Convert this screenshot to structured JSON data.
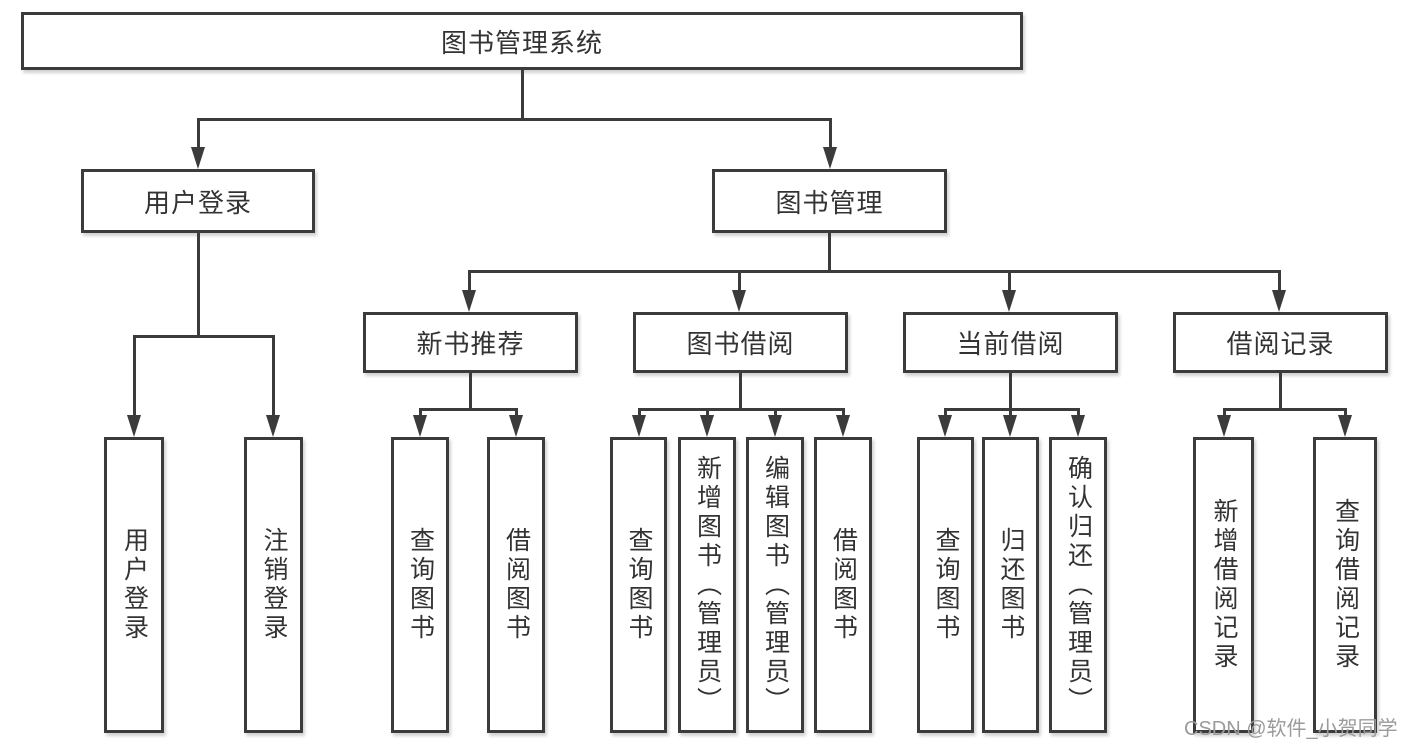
{
  "tree": {
    "root": {
      "label": "图书管理系统"
    },
    "branches": [
      {
        "label": "用户登录",
        "children": [
          {
            "label": "用户登录"
          },
          {
            "label": "注销登录"
          }
        ]
      },
      {
        "label": "图书管理",
        "children": [
          {
            "label": "新书推荐",
            "children": [
              {
                "label": "查询图书"
              },
              {
                "label": "借阅图书"
              }
            ]
          },
          {
            "label": "图书借阅",
            "children": [
              {
                "label": "查询图书"
              },
              {
                "label": "新增图书（管理员）"
              },
              {
                "label": "编辑图书（管理员）"
              },
              {
                "label": "借阅图书"
              }
            ]
          },
          {
            "label": "当前借阅",
            "children": [
              {
                "label": "查询图书"
              },
              {
                "label": "归还图书"
              },
              {
                "label": "确认归还（管理员）"
              }
            ]
          },
          {
            "label": "借阅记录",
            "children": [
              {
                "label": "新增借阅记录"
              },
              {
                "label": "查询借阅记录"
              }
            ]
          }
        ]
      }
    ]
  },
  "watermark": {
    "text": "CSDN @软件_小贺同学"
  },
  "colors": {
    "line": "#3b3b3b",
    "text": "#333333",
    "background": "#ffffff",
    "watermark": "#9b9b9b"
  }
}
